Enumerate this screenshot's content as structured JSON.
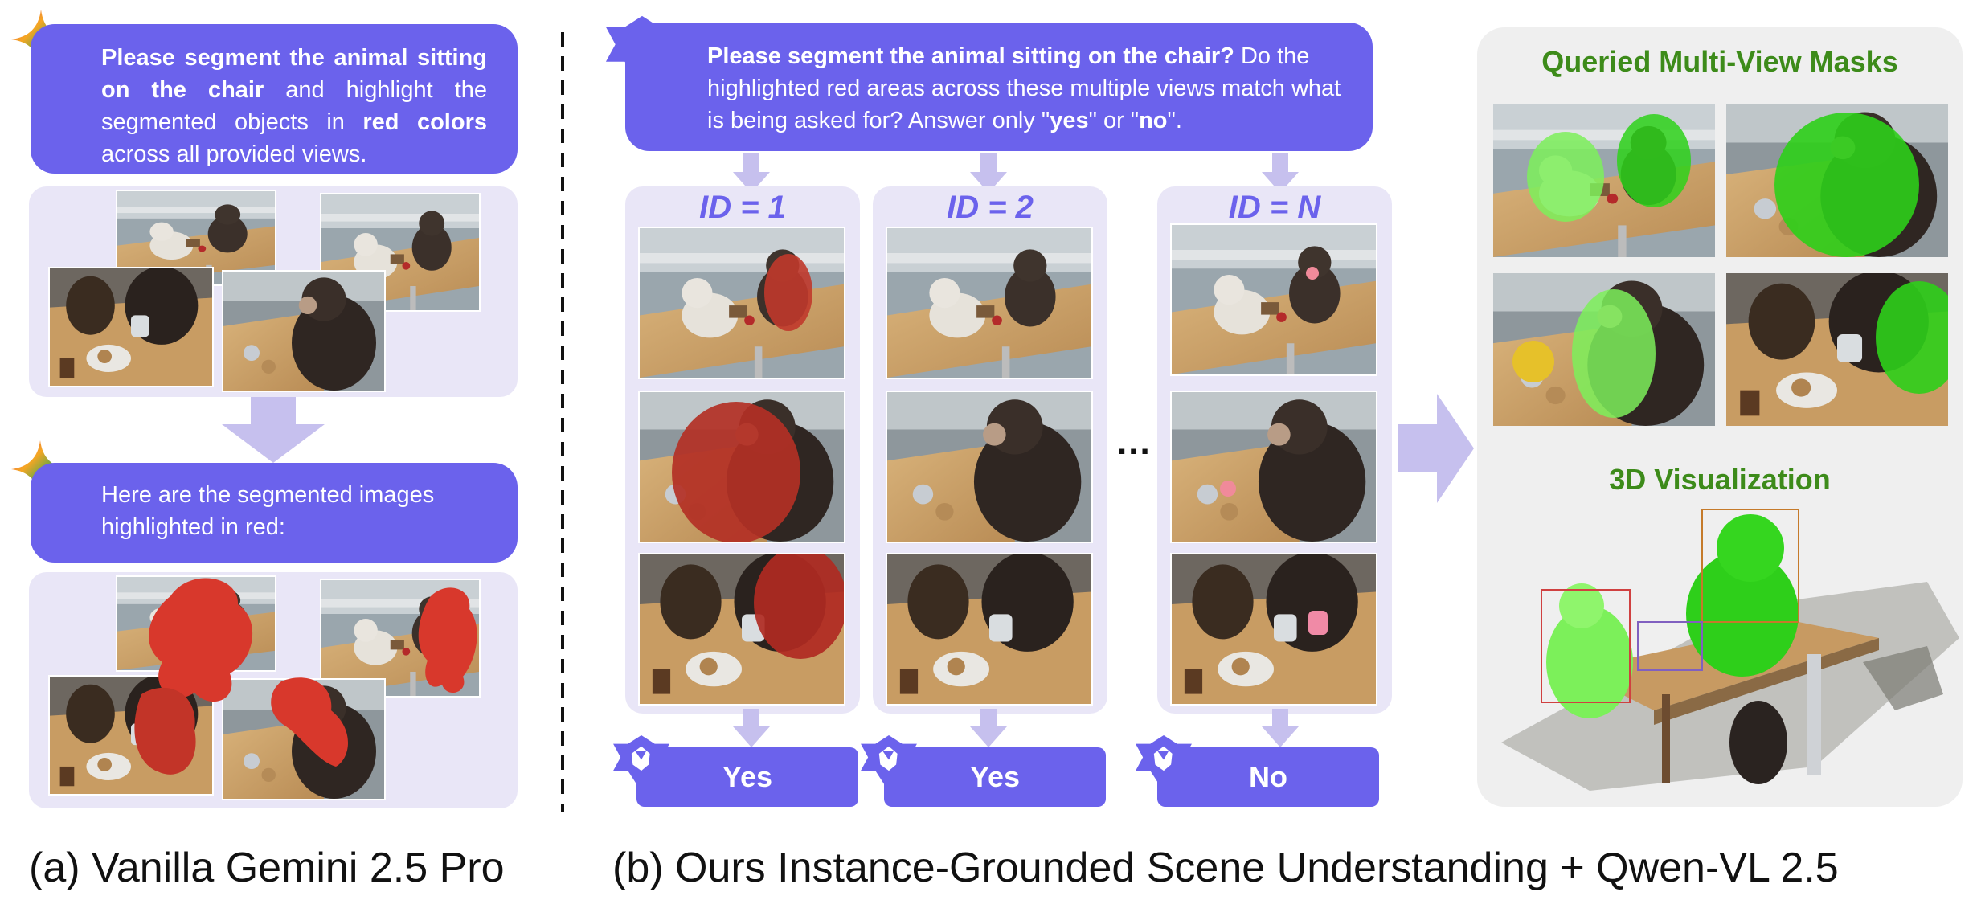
{
  "colors": {
    "accent": "#6b62ec",
    "panel": "#e9e6f7",
    "green": "#3d8b1a",
    "right_panel": "#efefef"
  },
  "left": {
    "prompt_parts": [
      {
        "text": "Please segment the animal sitting on the chair",
        "bold": true
      },
      {
        "text": " and highlight the segmented objects in ",
        "bold": false
      },
      {
        "text": "red colors",
        "bold": true
      },
      {
        "text": " across all provided views.",
        "bold": false
      }
    ],
    "reply": "Here are the segmented images highlighted in red:",
    "gemini_icon": "gemini-sparkle-icon"
  },
  "middle": {
    "prompt_parts": [
      {
        "text": "Please segment the animal sitting on the chair?",
        "bold": true
      },
      {
        "text": " Do the highlighted red areas across these multiple views match what is being asked for? Answer only \"",
        "bold": false
      },
      {
        "text": "yes",
        "bold": true
      },
      {
        "text": "\" or \"",
        "bold": false
      },
      {
        "text": "no",
        "bold": true
      },
      {
        "text": "\".",
        "bold": false
      }
    ],
    "columns": [
      {
        "id_label": "ID = 1",
        "answer": "Yes"
      },
      {
        "id_label": "ID = 2",
        "answer": "Yes"
      },
      {
        "id_label": "ID = N",
        "answer": "No"
      }
    ],
    "ellipsis": "...",
    "qwen_icon": "qwen-star-icon"
  },
  "right": {
    "masks_title": "Queried Multi-View Masks",
    "viz_title": "3D Visualization"
  },
  "captions": {
    "a": "(a) Vanilla Gemini 2.5 Pro",
    "b": "(b) Ours Instance-Grounded Scene Understanding + Qwen-VL 2.5"
  }
}
